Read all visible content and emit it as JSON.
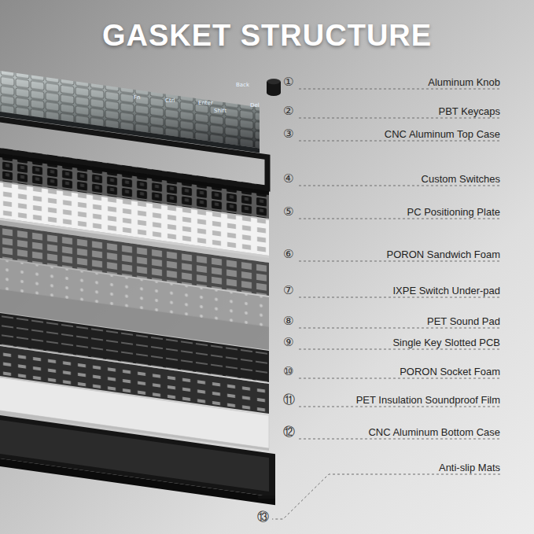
{
  "diagram": {
    "title": "GASKET STRUCTURE",
    "labels": [
      "①",
      "Aluminum Knob",
      "②",
      "PBT Keycaps",
      "③",
      "CNC Aluminum Top Case",
      "④",
      "Custom Switches",
      "⑤",
      "PC Positioning Plate",
      "⑥",
      "PORON Sandwich Foam",
      "⑦",
      "IXPE Switch Under-pad",
      "⑧",
      "PET Sound Pad",
      "⑨",
      "Single Key Slotted PCB",
      "⑩",
      "PORON Socket Foam",
      "⑪",
      "PET Insulation Soundproof Film",
      "⑫",
      "CNC Aluminum Bottom Case",
      "Anti-slip Mats",
      "⑬",
      "Back",
      "Fn",
      "Ctrl",
      "Enter",
      "Shift",
      "Del"
    ]
  }
}
